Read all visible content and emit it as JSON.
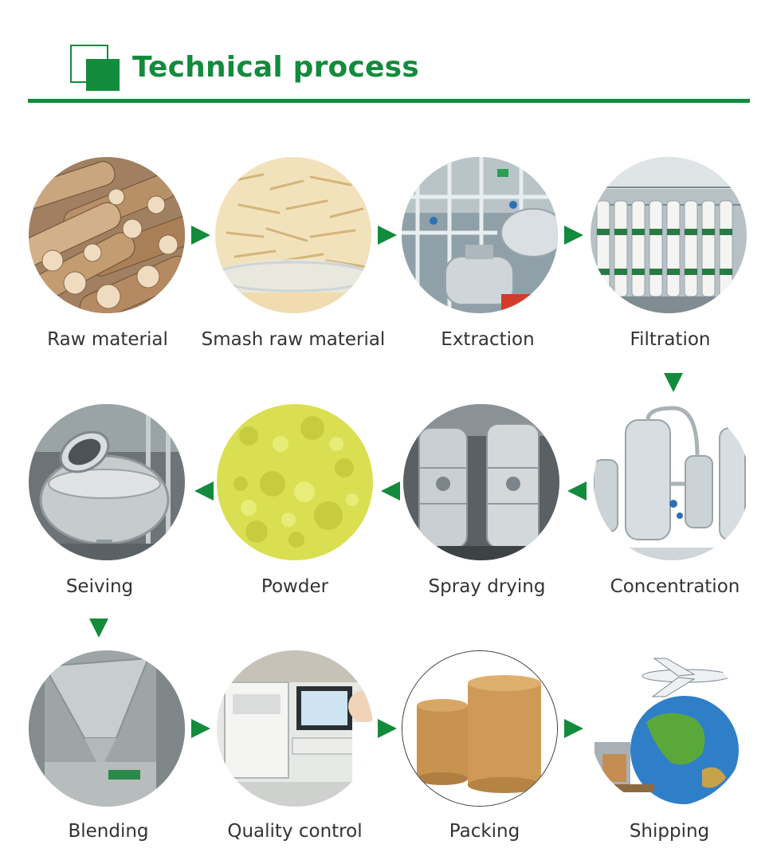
{
  "header": {
    "title": "Technical process"
  },
  "steps": [
    {
      "label": "Raw material"
    },
    {
      "label": "Smash raw material"
    },
    {
      "label": "Extraction"
    },
    {
      "label": "Filtration"
    },
    {
      "label": "Concentration"
    },
    {
      "label": "Spray drying"
    },
    {
      "label": "Powder"
    },
    {
      "label": "Seiving"
    },
    {
      "label": "Blending"
    },
    {
      "label": "Quality control"
    },
    {
      "label": "Packing"
    },
    {
      "label": "Shipping"
    }
  ],
  "colors": {
    "accent": "#138b3c",
    "text": "#333333"
  }
}
